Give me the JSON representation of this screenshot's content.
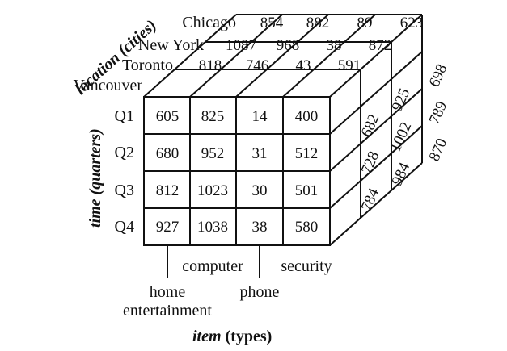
{
  "axes": {
    "location_title": "location (cities)",
    "time_title": "time (quarters)",
    "item_title_bold_italic": "item",
    "item_title_bold": " (types)"
  },
  "cities": [
    "Chicago",
    "New York",
    "Toronto",
    "Vancouver"
  ],
  "quarters": [
    "Q1",
    "Q2",
    "Q3",
    "Q4"
  ],
  "items": {
    "home_line1": "home",
    "home_line2": "entertainment",
    "computer": "computer",
    "phone": "phone",
    "security": "security"
  },
  "front_values": [
    [
      "605",
      "825",
      "14",
      "400"
    ],
    [
      "680",
      "952",
      "31",
      "512"
    ],
    [
      "812",
      "1023",
      "30",
      "501"
    ],
    [
      "927",
      "1038",
      "38",
      "580"
    ]
  ],
  "top_values": {
    "chicago": [
      "854",
      "882",
      "89",
      "623"
    ],
    "new_york": [
      "1087",
      "968",
      "38",
      "872"
    ],
    "toronto": [
      "818",
      "746",
      "43",
      "591"
    ]
  },
  "side_values": {
    "toronto": [
      "682",
      "728",
      "784"
    ],
    "new_york": [
      "925",
      "1002",
      "984"
    ],
    "chicago": [
      "698",
      "789",
      "870"
    ]
  }
}
